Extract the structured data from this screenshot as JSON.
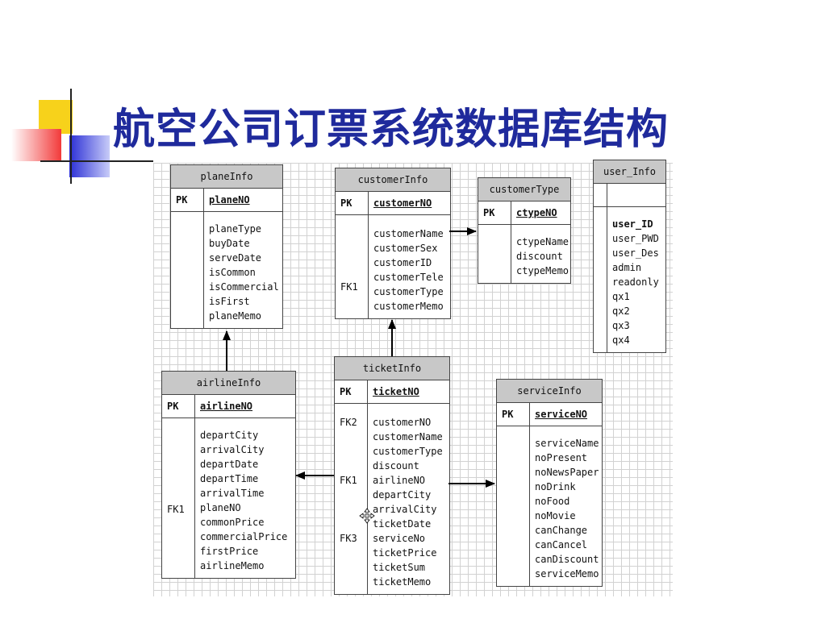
{
  "slide": {
    "title": "航空公司订票系统数据库结构"
  },
  "entities": {
    "planeInfo": {
      "name": "planeInfo",
      "pk_label": "PK",
      "pk": "planeNO",
      "fields": [
        "planeType",
        "buyDate",
        "serveDate",
        "isCommon",
        "isCommercial",
        "isFirst",
        "planeMemo"
      ]
    },
    "customerInfo": {
      "name": "customerInfo",
      "pk_label": "PK",
      "pk": "customerNO",
      "fields": [
        "customerName",
        "customerSex",
        "customerID",
        "customerTele",
        "customerType",
        "customerMemo"
      ],
      "fk1": "FK1"
    },
    "customerType": {
      "name": "customerType",
      "pk_label": "PK",
      "pk": "ctypeNO",
      "fields": [
        "ctypeName",
        "discount",
        "ctypeMemo"
      ]
    },
    "user_Info": {
      "name": "user_Info",
      "fields": [
        "user_ID",
        "user_PWD",
        "user_Des",
        "admin",
        "readonly",
        "qx1",
        "qx2",
        "qx3",
        "qx4"
      ]
    },
    "airlineInfo": {
      "name": "airlineInfo",
      "pk_label": "PK",
      "pk": "airlineNO",
      "fields": [
        "departCity",
        "arrivalCity",
        "departDate",
        "departTime",
        "arrivalTime",
        "planeNO",
        "commonPrice",
        "commercialPrice",
        "firstPrice",
        "airlineMemo"
      ],
      "fk1": "FK1"
    },
    "ticketInfo": {
      "name": "ticketInfo",
      "pk_label": "PK",
      "pk": "ticketNO",
      "fields": [
        "customerNO",
        "customerName",
        "customerType",
        "discount",
        "airlineNO",
        "departCity",
        "arrivalCity",
        "ticketDate",
        "serviceNo",
        "ticketPrice",
        "ticketSum",
        "ticketMemo"
      ],
      "fk2": "FK2",
      "fk1": "FK1",
      "fk3": "FK3"
    },
    "serviceInfo": {
      "name": "serviceInfo",
      "pk_label": "PK",
      "pk": "serviceNO",
      "fields": [
        "serviceName",
        "noPresent",
        "noNewsPaper",
        "noDrink",
        "noFood",
        "noMovie",
        "canChange",
        "canCancel",
        "canDiscount",
        "serviceMemo"
      ]
    }
  },
  "colors": {
    "title": "#1f2a9c",
    "header": "#c8c8c8",
    "deco_yellow": "#f7d21b",
    "deco_blue": "#2b2fd6",
    "deco_red": "#f23a3a"
  }
}
